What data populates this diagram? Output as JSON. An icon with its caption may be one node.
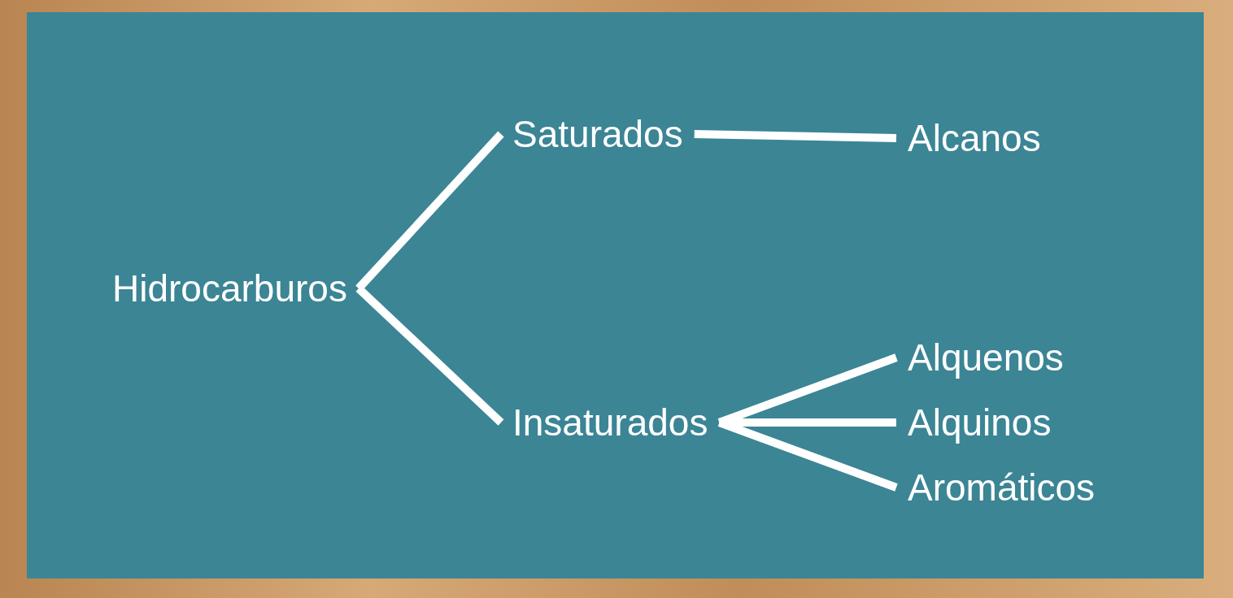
{
  "diagram": {
    "nodes": [
      {
        "text": [
          "Hidrocarburos"
        ]
      },
      {
        "text": [
          "Saturados"
        ]
      },
      {
        "text": [
          "Insaturados"
        ]
      },
      {
        "text": [
          "Alcanos"
        ]
      },
      {
        "text": [
          "Alquenos"
        ]
      },
      {
        "text": [
          "Alquinos"
        ]
      },
      {
        "text": [
          "Aromáticos"
        ]
      }
    ],
    "edges": [
      {
        "from": 0,
        "to": 1,
        "arrow": "none"
      },
      {
        "from": 0,
        "to": 2,
        "arrow": "none"
      },
      {
        "from": 1,
        "to": 3,
        "arrow": "none"
      },
      {
        "from": 2,
        "to": 4,
        "arrow": "none"
      },
      {
        "from": 2,
        "to": 5,
        "arrow": "none"
      },
      {
        "from": 2,
        "to": 6,
        "arrow": "none"
      }
    ]
  }
}
